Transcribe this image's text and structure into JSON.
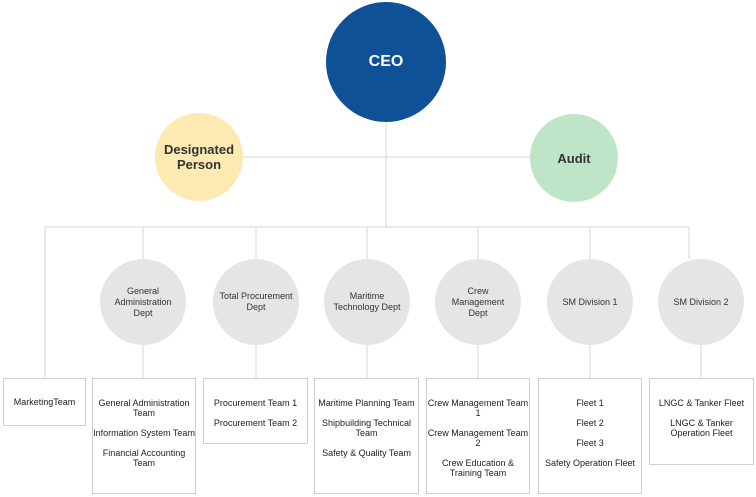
{
  "nodes": {
    "ceo": "CEO",
    "designated_person": "Designated Person",
    "audit": "Audit"
  },
  "departments": [
    {
      "label": "General Administration Dept"
    },
    {
      "label": "Total Procurement Dept"
    },
    {
      "label": "Maritime Technology Dept"
    },
    {
      "label": "Crew Management Dept"
    },
    {
      "label": "SM Division 1"
    },
    {
      "label": "SM Division 2"
    }
  ],
  "teams": {
    "marketing": [
      "MarketingTeam"
    ],
    "general_administration": [
      "General Administration Team",
      "Information System Team",
      "Financial Accounting Team"
    ],
    "total_procurement": [
      "Procurement Team 1",
      "Procurement Team 2"
    ],
    "maritime_technology": [
      "Maritime Planning Team",
      "Shipbuilding Technical Team",
      "Safety & Quality Team"
    ],
    "crew_management": [
      "Crew Management Team 1",
      "Crew Management Team 2",
      "Crew Education & Training Team"
    ],
    "sm_division_1": [
      "Fleet 1",
      "Fleet 2",
      "Fleet 3",
      "Safety Operation Fleet"
    ],
    "sm_division_2": [
      "LNGC & Tanker Fleet",
      "LNGC & Tanker Operation Fleet"
    ]
  },
  "colors": {
    "ceo": "#0f5196",
    "designated_person": "#fceab2",
    "audit": "#bfe5c9",
    "department": "#e5e5e5",
    "connector": "#d6d6d6"
  }
}
